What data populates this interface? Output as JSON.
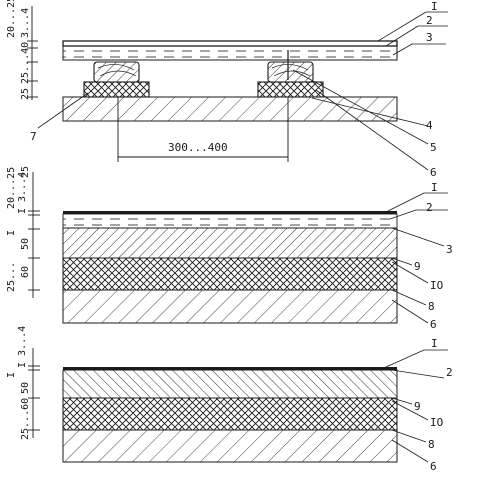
{
  "figure_a": {
    "dims": [
      "20...25",
      "3...4",
      "25...40",
      "25"
    ],
    "span": "300...400",
    "callouts": [
      "I",
      "2",
      "3",
      "4",
      "5",
      "6",
      "7"
    ]
  },
  "figure_b": {
    "dims": [
      "20...25",
      "I 3...4",
      "I",
      "50",
      "60",
      "25...",
      "25"
    ],
    "callouts": [
      "I",
      "2",
      "3",
      "9",
      "IO",
      "8",
      "6"
    ]
  },
  "figure_c": {
    "dims": [
      "I",
      "I 3...4",
      "50",
      "25...60"
    ],
    "callouts": [
      "I",
      "2",
      "9",
      "IO",
      "8",
      "6"
    ]
  },
  "hatch": {
    "ink": "#1a1a1a",
    "paper": "#ffffff"
  }
}
